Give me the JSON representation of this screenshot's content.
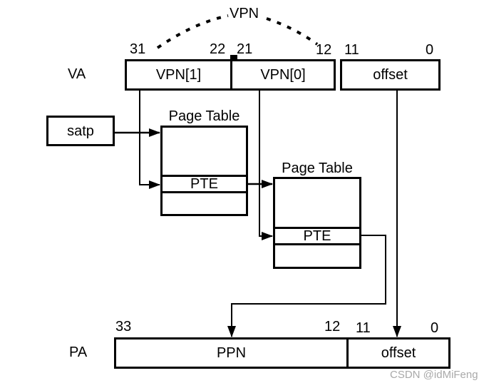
{
  "vpn_brace_label": "VPN",
  "va": {
    "label": "VA",
    "bits": [
      "31",
      "22",
      "21",
      "12",
      "11",
      "0"
    ],
    "fields": [
      "VPN[1]",
      "VPN[0]",
      "offset"
    ]
  },
  "satp_label": "satp",
  "page_tables": [
    {
      "title": "Page Table",
      "pte_label": "PTE"
    },
    {
      "title": "Page Table",
      "pte_label": "PTE"
    }
  ],
  "pa": {
    "label": "PA",
    "bits": [
      "33",
      "12",
      "11",
      "0"
    ],
    "fields": [
      "PPN",
      "offset"
    ]
  },
  "watermark": "CSDN @idMiFeng",
  "colors": {
    "line": "#000000",
    "text": "#000000",
    "watermark": "#a9a9a9",
    "background": "#ffffff"
  }
}
